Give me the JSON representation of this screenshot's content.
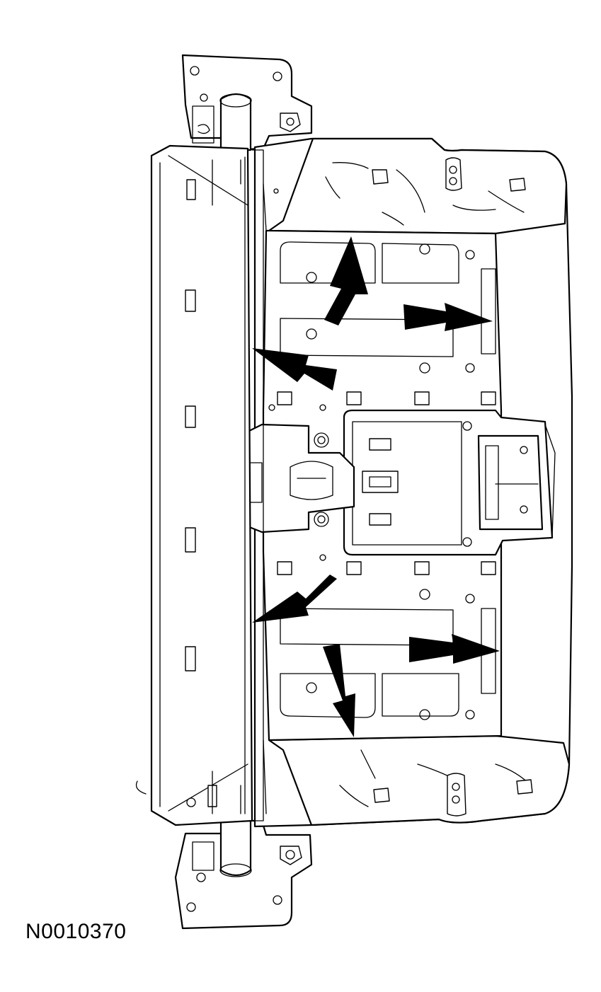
{
  "figure": {
    "id_label": "N0010370"
  },
  "arrows": [
    {
      "name": "arrow-upper-up-left",
      "direction": "up"
    },
    {
      "name": "arrow-upper-right",
      "direction": "right"
    },
    {
      "name": "arrow-upper-left",
      "direction": "left"
    },
    {
      "name": "arrow-lower-left",
      "direction": "left"
    },
    {
      "name": "arrow-lower-right",
      "direction": "right"
    },
    {
      "name": "arrow-lower-down",
      "direction": "down"
    }
  ]
}
